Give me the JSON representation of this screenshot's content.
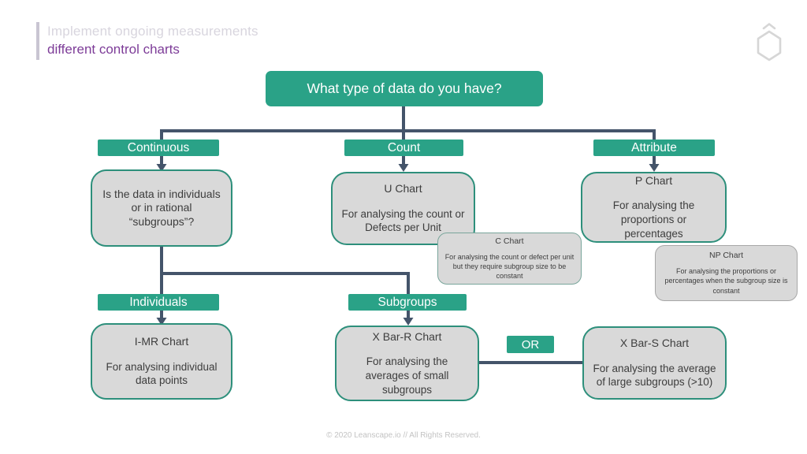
{
  "slide": {
    "header": {
      "kicker": "Implement ongoing measurements",
      "title": "different control charts"
    },
    "footer": "© 2020 Leanscape.io // All Rights Reserved."
  },
  "flowchart": {
    "root_question": "What type of data do you have?",
    "branch_labels": {
      "continuous": "Continuous",
      "count": "Count",
      "attribute": "Attribute"
    },
    "split_labels": {
      "individuals": "Individuals",
      "subgroups": "Subgroups",
      "or": "OR"
    },
    "nodes": {
      "rational_subgroups_question": {
        "text": "Is the data in individuals or in rational “subgroups”?"
      },
      "u_chart": {
        "title": "U Chart",
        "description": "For analysing the count or Defects per Unit"
      },
      "c_chart": {
        "title": "C Chart",
        "description": "For analysing the count or defect per unit but they require subgroup size to be constant"
      },
      "p_chart": {
        "title": "P Chart",
        "description": "For analysing the proportions or percentages"
      },
      "np_chart": {
        "title": "NP Chart",
        "description": "For analysing the proportions or percentages when the subgroup size is constant"
      },
      "imr_chart": {
        "title": "I-MR Chart",
        "description": "For analysing individual data points"
      },
      "xbar_r_chart": {
        "title": "X Bar-R Chart",
        "description": "For analysing the averages of small subgroups"
      },
      "xbar_s_chart": {
        "title": "X Bar-S Chart",
        "description": "For analysing the average of large subgroups (>10)"
      }
    }
  },
  "icons": {
    "logo": "hexagon-chevron-logo"
  },
  "colors": {
    "teal": "#2aa287",
    "connector_dark": "#44546a",
    "node_fill": "#d9d9d9",
    "node_border_teal": "#2d8f7b",
    "node_border_gray": "#a7a7a7",
    "accent_purple": "#7d3c98",
    "muted_gray": "#d8d5de"
  }
}
